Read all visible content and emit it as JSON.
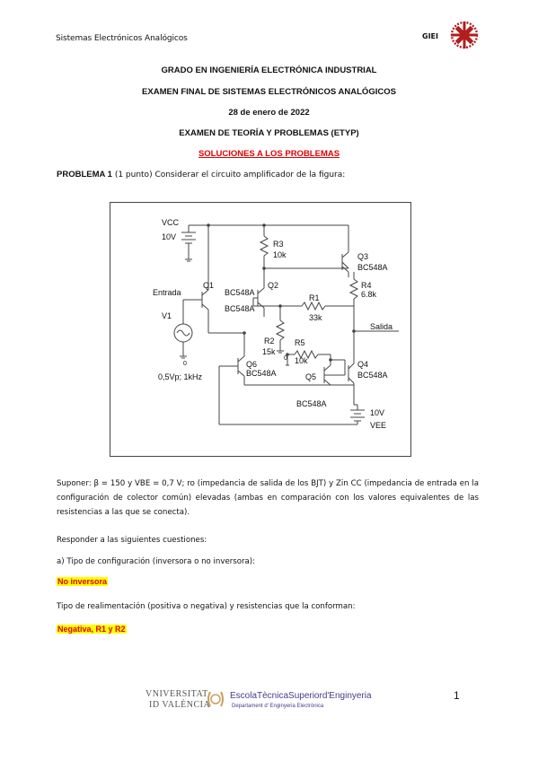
{
  "header": {
    "left_text": "Sistemas Electrónicos Analógicos",
    "right_text": "GIEI"
  },
  "titles": {
    "line1": "GRADO EN INGENIERÍA ELECTRÓNICA INDUSTRIAL",
    "line2": "EXAMEN FINAL DE SISTEMAS ELECTRÓNICOS ANALÓGICOS",
    "line3": "28 de enero de 2022",
    "line4": "EXAMEN DE TEORÍA Y PROBLEMAS (ETYP)",
    "line5": "SOLUCIONES A LOS PROBLEMAS"
  },
  "problem": {
    "label": "PROBLEMA 1",
    "text": "(1 punto) Considerar el circuito amplificador de la figura:"
  },
  "circuit": {
    "vcc_label": "VCC",
    "vcc_value": "10V",
    "input_label": "Entrada",
    "source_label": "V1",
    "source_zero": "0",
    "source_value": "0,5Vp; 1kHz",
    "q1": "Q1",
    "q1_model": "BC548A",
    "q2": "Q2",
    "q2_model": "BC548A",
    "q3": "Q3",
    "q3_model": "BC548A",
    "q4": "Q4",
    "q4_model": "BC548A",
    "q5": "Q5",
    "q5_model": "BC548A",
    "q6": "Q6",
    "q6_model": "BC548A",
    "r1": "R1",
    "r1_value": "33k",
    "r2": "R2",
    "r2_value": "15k",
    "r3": "R3",
    "r3_value": "10k",
    "r4": "R4",
    "r4_value": "6.8k",
    "r5": "R5",
    "r5_value": "10k",
    "output_label": "Salida",
    "vee_value": "10V",
    "vee_label": "VEE",
    "gnd_zero": "0"
  },
  "body": {
    "assumptions": "Suponer: β = 150 y VBE = 0,7 V; ro (impedancia de salida de los BJT) y Zin CC (impedancia de entrada en la configuración de colector común) elevadas (ambas en comparación con los valores equivalentes de las resistencias a las que se conecta).",
    "respond": "Responder a las siguientes cuestiones:",
    "question_a": "a) Tipo de configuración (inversora o no inversora):",
    "answer_a": "No inversora",
    "question_b": "Tipo de realimentación (positiva o negativa) y resistencias que la conforman:",
    "answer_b": "Negativa, R1 y R2"
  },
  "footer": {
    "univ_line1": "VNIVERSITAT",
    "univ_line2": "ID VALÈNCIA",
    "school": "EscolaTècnicaSuperiord'Enginyeria",
    "dept": "Departament d' Enginyeria Electrònica",
    "page_number": "1"
  }
}
